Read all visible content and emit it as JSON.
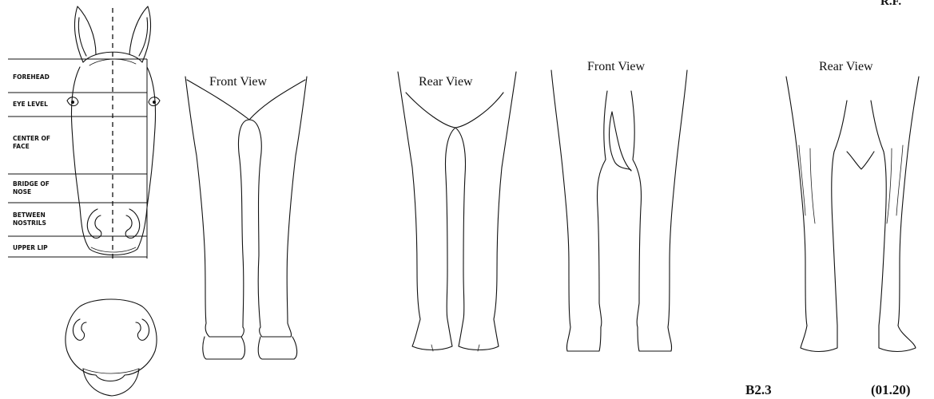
{
  "head_chart": {
    "labels": [
      "FOREHEAD",
      "EYE LEVEL",
      "CENTER OF",
      "FACE",
      "BRIDGE OF",
      "NOSE",
      "BETWEEN",
      "NOSTRILS",
      "UPPER LIP"
    ]
  },
  "legs": {
    "foreleg_front_view": "Front View",
    "foreleg_rear_view": "Rear View",
    "hindleg_front_view": "Front View",
    "hindleg_rear_view": "Rear View"
  },
  "corner_top": "R.F.",
  "corner_bottom": "B2.3",
  "corner_bottom_right": "(01.20)"
}
